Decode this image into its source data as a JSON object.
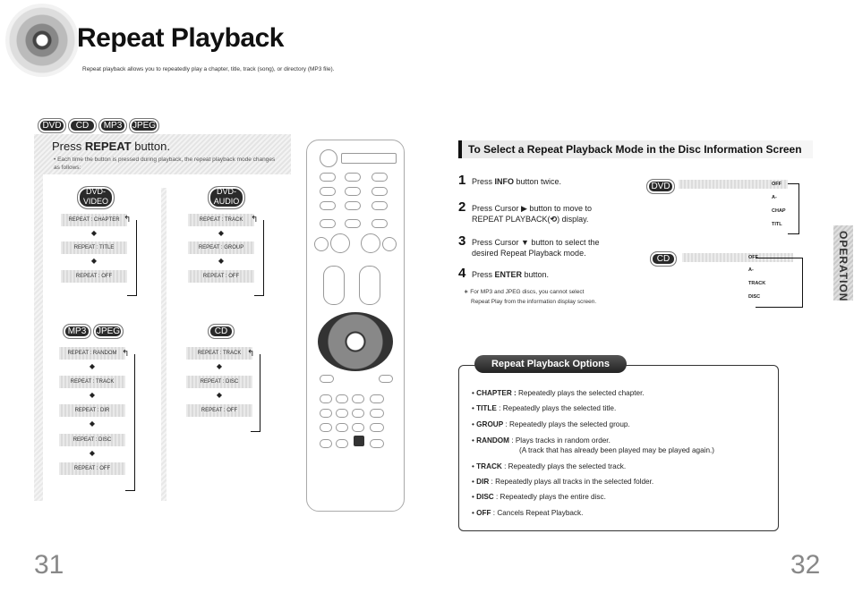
{
  "header": {
    "title": "Repeat Playback",
    "subtitle": "Repeat playback allows you to repeatedly play a chapter, title, track (song), or directory (MP3 file)."
  },
  "disc_badges": [
    "DVD",
    "CD",
    "MP3",
    "JPEG"
  ],
  "left": {
    "press_prefix": "Press ",
    "press_key": "REPEAT",
    "press_suffix": " button.",
    "note": "• Each time the button is pressed during playback, the repeat playback mode changes as follows:",
    "groups": [
      {
        "badges": [
          "DVD-VIDEO"
        ],
        "items": [
          "REPEAT : CHAPTER",
          "REPEAT : TITLE",
          "REPEAT : OFF"
        ]
      },
      {
        "badges": [
          "DVD-AUDIO"
        ],
        "items": [
          "REPEAT : TRACK",
          "REPEAT : GROUP",
          "REPEAT : OFF"
        ]
      },
      {
        "badges": [
          "MP3",
          "JPEG"
        ],
        "items": [
          "REPEAT : RANDOM",
          "REPEAT : TRACK",
          "REPEAT : DIR",
          "REPEAT : DISC",
          "REPEAT : OFF"
        ]
      },
      {
        "badges": [
          "CD"
        ],
        "items": [
          "REPEAT : TRACK",
          "REPEAT : DISC",
          "REPEAT : OFF"
        ]
      }
    ],
    "arrow_glyph": "◆"
  },
  "right": {
    "section_title": "To Select a Repeat Playback Mode in the Disc Information Screen",
    "steps": [
      {
        "num": "1",
        "text_pre": "Press ",
        "key": "INFO",
        "text_post": " button twice."
      },
      {
        "num": "2",
        "text_pre": "Press Cursor ▶ button to move to REPEAT PLAYBACK(",
        "key": "",
        "text_post": ") display."
      },
      {
        "num": "3",
        "text_pre": "Press Cursor ▼ button to select the desired Repeat Playback mode.",
        "key": "",
        "text_post": ""
      },
      {
        "num": "4",
        "text_pre": "Press ",
        "key": "ENTER",
        "text_post": " button."
      }
    ],
    "repeat_glyph": "⟲",
    "footnote_1": "∗ For MP3 and JPEG discs, you cannot select",
    "footnote_2": "Repeat Play from the information display screen.",
    "screens": [
      {
        "badge": "DVD",
        "items": [
          "OFF",
          "A-",
          "CHAP",
          "TITL"
        ]
      },
      {
        "badge": "CD",
        "items": [
          "OFF",
          "A-",
          "TRACK",
          "DISC"
        ]
      }
    ],
    "options_title": "Repeat Playback Options",
    "options": [
      {
        "key": "CHAPTER :",
        "desc": " Repeatedly plays the selected chapter."
      },
      {
        "key": "TITLE",
        "desc": " : Repeatedly plays the selected title."
      },
      {
        "key": "GROUP",
        "desc": " : Repeatedly plays the selected group."
      },
      {
        "key": "RANDOM",
        "desc": " : Plays tracks in random order."
      },
      {
        "key": "",
        "desc": "(A track that has already been played may be played again.)"
      },
      {
        "key": "TRACK",
        "desc": " : Repeatedly plays the selected track."
      },
      {
        "key": "DIR",
        "desc": " : Repeatedly plays all tracks in the selected folder."
      },
      {
        "key": "DISC",
        "desc": " : Repeatedly plays the entire disc."
      },
      {
        "key": "OFF",
        "desc": " : Cancels Repeat Playback."
      }
    ],
    "side_tab": "OPERATION"
  },
  "page_numbers": {
    "left": "31",
    "right": "32"
  }
}
